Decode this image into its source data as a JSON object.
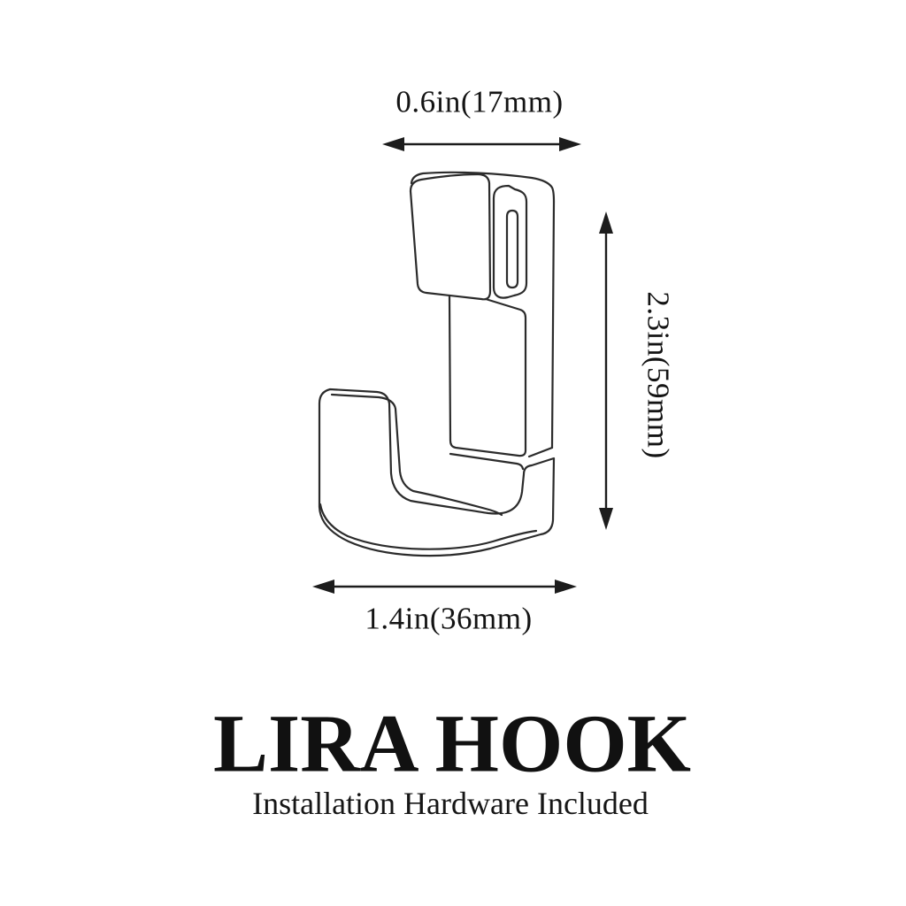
{
  "product": {
    "title": "LIRA HOOK",
    "subtitle": "Installation Hardware Included"
  },
  "dimensions": {
    "top_width": "0.6in(17mm)",
    "right_height": "2.3in(59mm)",
    "bottom_width": "1.4in(36mm)"
  },
  "illustration": {
    "description": "3D outline line drawing of a J-shaped wall hook with rear mounting plate, keyhole slot and rounded front lip"
  },
  "colors": {
    "background": "#ffffff",
    "line": "#2b2b2b",
    "arrow": "#1c1c1c",
    "text": "#141414"
  }
}
